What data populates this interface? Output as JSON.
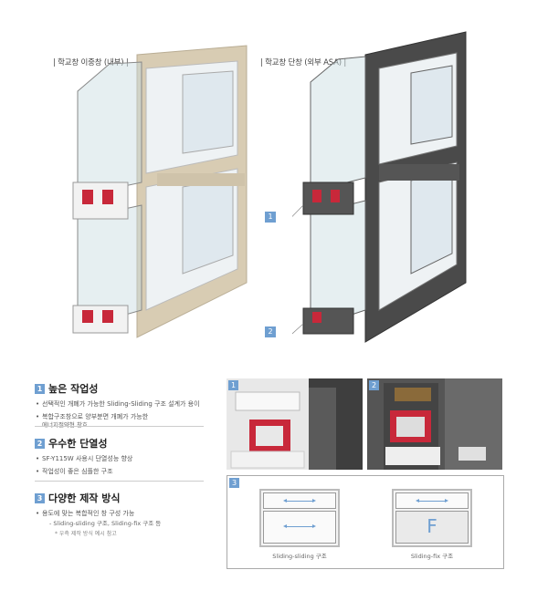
{
  "captions": {
    "left": "| 학교창 이중창 (내부) |",
    "right": "| 학교창 단창 (외부 ASA) |"
  },
  "markers": [
    "1",
    "2"
  ],
  "sections": [
    {
      "num": "1",
      "title": "높은 작업성",
      "bullets": [
        "선택적인 개폐가 가능한 Sliding-Sliding 구조 설계가 용이",
        "복합구조창으로 양부분면 개폐가 가능한",
        "에너지절약형 창호"
      ]
    },
    {
      "num": "2",
      "title": "우수한 단열성",
      "bullets": [
        "SF-Y115W 사용시 단열성능 향상",
        "작업성이 좋은 심플한 구조"
      ]
    },
    {
      "num": "3",
      "title": "다양한 제작 방식",
      "bullets": [
        "용도에 맞는 복합적인 창 구성 가능"
      ],
      "sub": "- Sliding-sliding 구조, Sliding-fix 구조 등",
      "note": "* 우측 제작 방식 예시 참고"
    }
  ],
  "photos": [
    "1",
    "2",
    "3"
  ],
  "diagrams": {
    "left_caption": "Sliding-sliding 구조",
    "right_caption": "Sliding-fix 구조",
    "fix_letter": "F"
  },
  "colors": {
    "accent": "#6f9fd1",
    "frame_beige": "#cfc3aa",
    "frame_dark": "#4a4a4a",
    "red": "#c8283a"
  }
}
